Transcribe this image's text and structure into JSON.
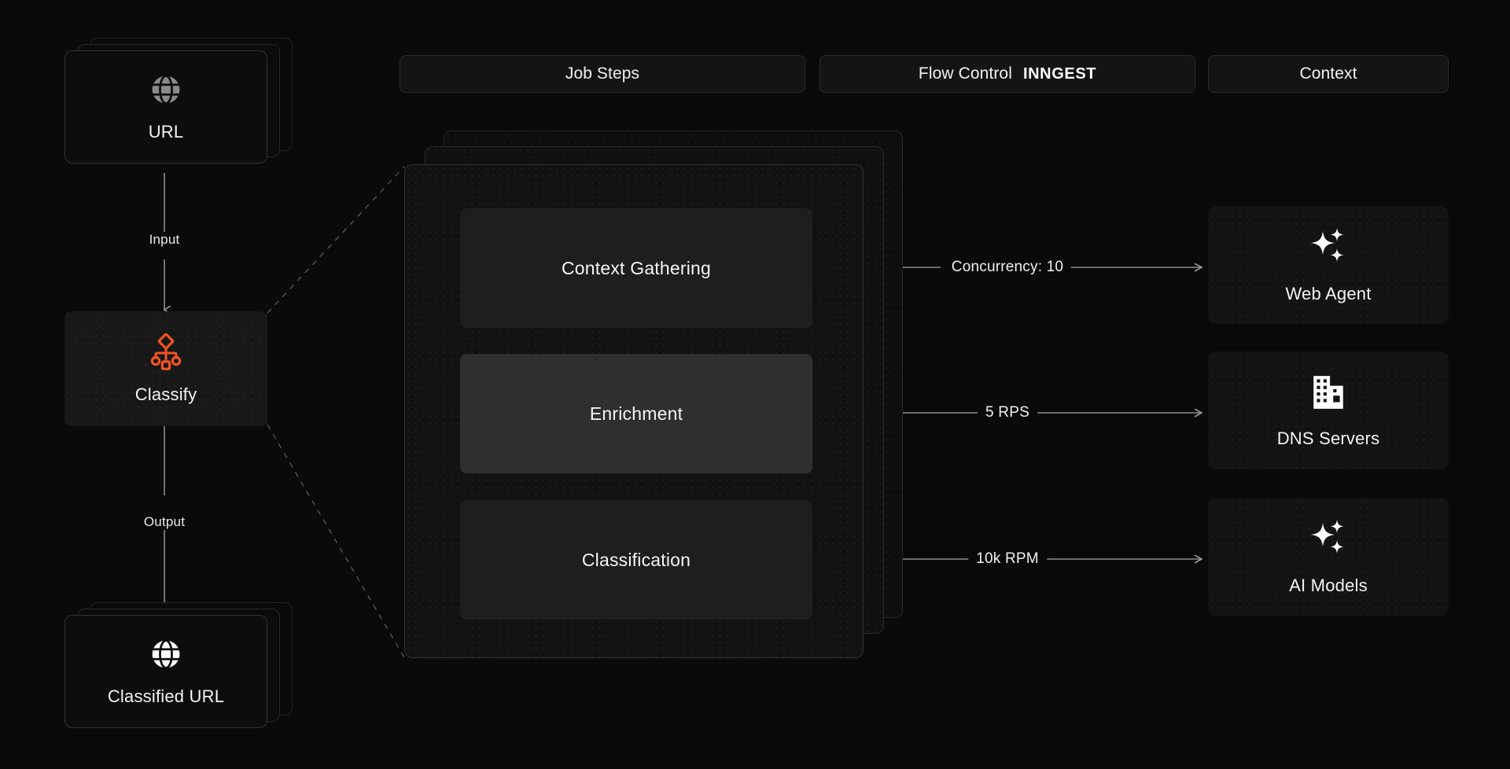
{
  "header": {
    "tabs": [
      {
        "label": "Job Steps",
        "name": "tab-job-steps"
      },
      {
        "label": "Flow Control",
        "brand": "INNGEST",
        "name": "tab-flow-control"
      },
      {
        "label": "Context",
        "name": "tab-context"
      }
    ]
  },
  "left_column": {
    "input_node": {
      "label": "URL",
      "icon": "globe-icon"
    },
    "edge_input_label": "Input",
    "process_node": {
      "label": "Classify",
      "icon": "workflow-icon",
      "accent": "#F05423"
    },
    "edge_output_label": "Output",
    "output_node": {
      "label": "Classified URL",
      "icon": "globe-icon"
    }
  },
  "job_steps": {
    "steps": [
      {
        "label": "Context Gathering",
        "active": false
      },
      {
        "label": "Enrichment",
        "active": true
      },
      {
        "label": "Classification",
        "active": false
      }
    ]
  },
  "flow_control": {
    "labels": [
      "Concurrency: 10",
      "5 RPS",
      "10k RPM"
    ]
  },
  "context": {
    "cards": [
      {
        "label": "Web Agent",
        "icon": "sparkles-icon"
      },
      {
        "label": "DNS Servers",
        "icon": "building-icon"
      },
      {
        "label": "AI Models",
        "icon": "sparkles-icon"
      }
    ]
  },
  "colors": {
    "background": "#0a0a0a",
    "accent": "#F05423",
    "card": "#131313",
    "border": "#2b2b2b",
    "text": "#f4f4f4",
    "line": "#9a9a9a"
  }
}
